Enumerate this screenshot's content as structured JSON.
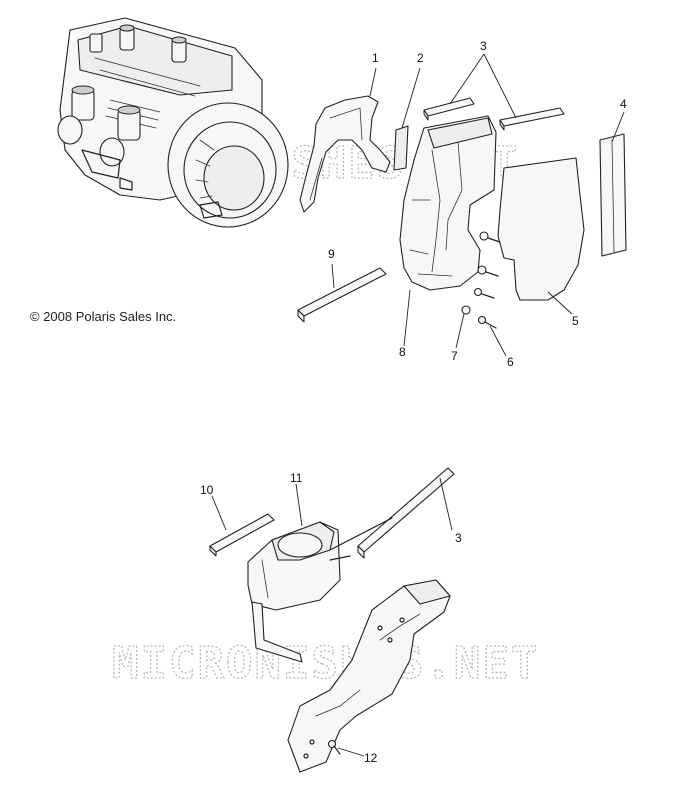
{
  "copyright": "© 2008 Polaris Sales Inc.",
  "watermark": "MICRONISHES.NET",
  "callouts": {
    "c1": "1",
    "c2": "2",
    "c3a": "3",
    "c4": "4",
    "c5": "5",
    "c6": "6",
    "c7": "7",
    "c8": "8",
    "c9": "9",
    "c10": "10",
    "c11": "11",
    "c3b": "3",
    "c12": "12"
  }
}
